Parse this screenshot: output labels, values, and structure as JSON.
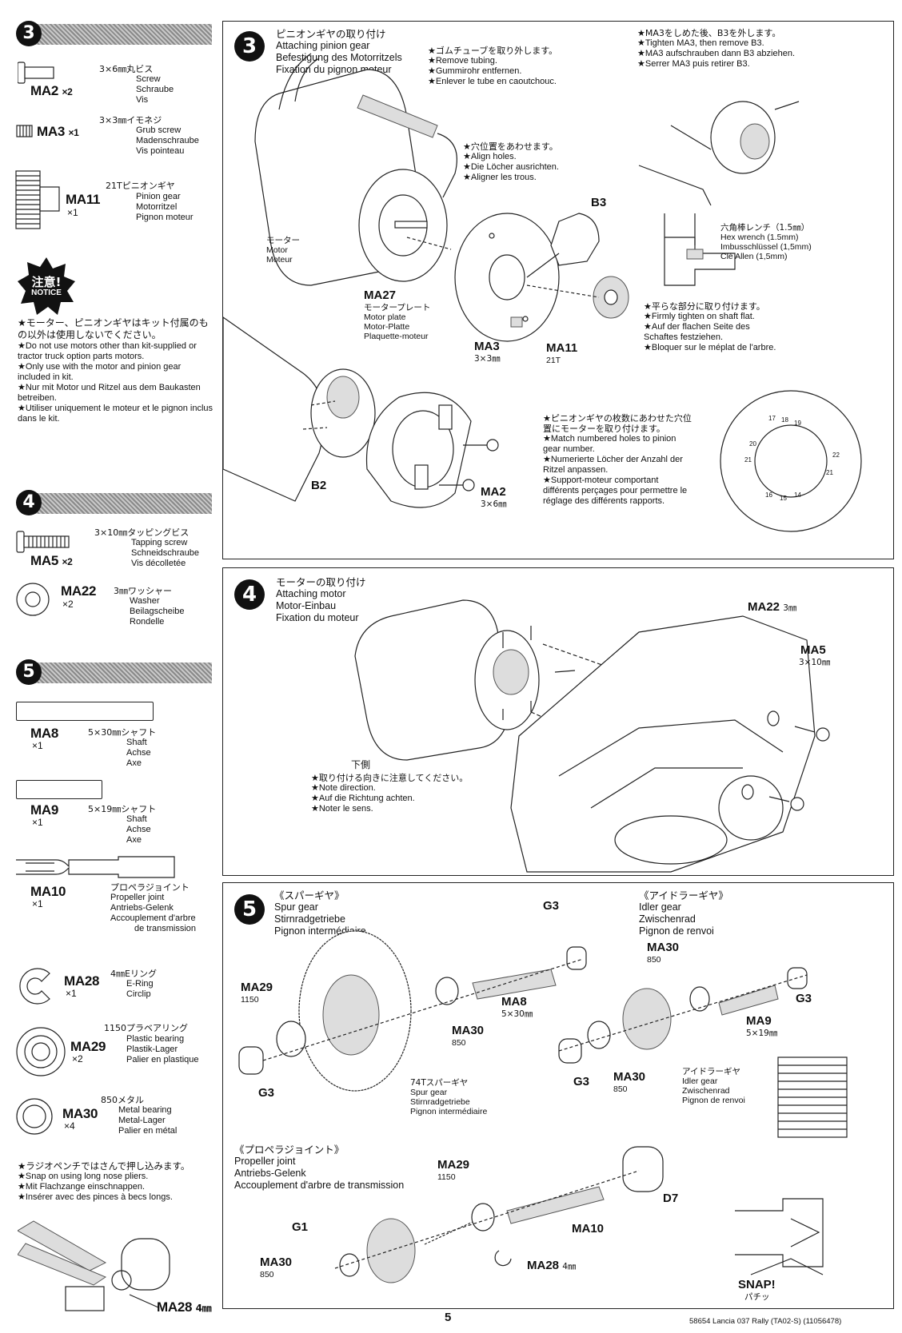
{
  "sidebar": {
    "s3": {
      "num": "3",
      "ma2": {
        "code": "MA2",
        "qty": "×2",
        "size": "3×6㎜丸ビス",
        "names": [
          "Screw",
          "Schraube",
          "Vis"
        ]
      },
      "ma3": {
        "code": "MA3",
        "qty": "×1",
        "size": "3×3㎜イモネジ",
        "names": [
          "Grub screw",
          "Madenschraube",
          "Vis pointeau"
        ]
      },
      "ma11": {
        "code": "MA11",
        "qty": "×1",
        "size": "21Tピニオンギヤ",
        "names": [
          "Pinion gear",
          "Motorritzel",
          "Pignon moteur"
        ]
      }
    },
    "notice": {
      "badge_jp": "注意!",
      "badge_en": "NOTICE",
      "lines": [
        "★モーター、ピニオンギヤはキット付属のもの以外は使用しないでください。",
        "★Do not use motors other than kit-supplied or tractor truck option parts motors.",
        "★Only use with the motor and pinion gear included in kit.",
        "★Nur mit Motor und Ritzel aus dem Baukasten betreiben.",
        "★Utiliser uniquement le moteur et le pignon inclus dans le kit."
      ]
    },
    "s4": {
      "num": "4",
      "ma5": {
        "code": "MA5",
        "qty": "×2",
        "size": "3×10㎜タッピングビス",
        "names": [
          "Tapping screw",
          "Schneidschraube",
          "Vis décolletée"
        ]
      },
      "ma22": {
        "code": "MA22",
        "qty": "×2",
        "size": "3㎜ワッシャー",
        "names": [
          "Washer",
          "Beilagscheibe",
          "Rondelle"
        ]
      }
    },
    "s5": {
      "num": "5",
      "ma8": {
        "code": "MA8",
        "qty": "×1",
        "size": "5×30㎜シャフト",
        "names": [
          "Shaft",
          "Achse",
          "Axe"
        ]
      },
      "ma9": {
        "code": "MA9",
        "qty": "×1",
        "size": "5×19㎜シャフト",
        "names": [
          "Shaft",
          "Achse",
          "Axe"
        ]
      },
      "ma10": {
        "code": "MA10",
        "qty": "×1",
        "size": "プロペラジョイント",
        "names": [
          "Propeller joint",
          "Antriebs-Gelenk",
          "Accouplement d'arbre",
          "de transmission"
        ]
      },
      "ma28": {
        "code": "MA28",
        "qty": "×1",
        "size": "4㎜Eリング",
        "names": [
          "E-Ring",
          "Circlip"
        ]
      },
      "ma29": {
        "code": "MA29",
        "qty": "×2",
        "size": "1150プラベアリング",
        "names": [
          "Plastic bearing",
          "Plastik-Lager",
          "Palier en plastique"
        ]
      },
      "ma30": {
        "code": "MA30",
        "qty": "×4",
        "size": "850メタル",
        "names": [
          "Metal bearing",
          "Metal-Lager",
          "Palier en métal"
        ]
      }
    },
    "pliers": {
      "lines": [
        "★ラジオペンチではさんで押し込みます。",
        "★Snap on using long nose pliers.",
        "★Mit Flachzange einschnappen.",
        "★Insérer avec des pinces à becs longs."
      ],
      "label": "MA28",
      "label_size": "4㎜"
    }
  },
  "step3": {
    "num": "3",
    "title": [
      "ピニオンギヤの取り付け",
      "Attaching pinion gear",
      "Befestigung des Motorritzels",
      "Fixation du pignon moteur"
    ],
    "tube": [
      "★ゴムチューブを取り外します。",
      "★Remove tubing.",
      "★Gummirohr entfernen.",
      "★Enlever le tube en caoutchouc."
    ],
    "align": [
      "★穴位置をあわせます。",
      "★Align holes.",
      "★Die Löcher ausrichten.",
      "★Aligner les trous."
    ],
    "tighten": [
      "★MA3をしめた後、B3を外します。",
      "★Tighten MA3, then remove B3.",
      "★MA3 aufschrauben dann B3 abziehen.",
      "★Serrer MA3 puis retirer B3."
    ],
    "motor": [
      "モーター",
      "Motor",
      "Moteur"
    ],
    "ma27": {
      "code": "MA27",
      "lines": [
        "モータープレート",
        "Motor plate",
        "Motor-Platte",
        "Plaquette-moteur"
      ]
    },
    "b3": "B3",
    "b2": "B2",
    "ma3": {
      "code": "MA3",
      "size": "3×3㎜"
    },
    "ma11": {
      "code": "MA11",
      "size": "21T"
    },
    "ma2": {
      "code": "MA2",
      "size": "3×6㎜"
    },
    "hex": [
      "六角棒レンチ（1.5㎜）",
      "Hex wrench (1.5mm)",
      "Imbusschlüssel (1,5mm)",
      "Clé Allen (1,5mm)"
    ],
    "flat": [
      "★平らな部分に取り付けます。",
      "★Firmly tighten on shaft flat.",
      "★Auf der flachen Seite des Schaftes festziehen.",
      "★Bloquer sur le méplat de l'arbre."
    ],
    "match": [
      "★ピニオンギヤの枚数にあわせた穴位置にモーターを取り付けます。",
      "★Match numbered holes to pinion gear number.",
      "★Numerierte Löcher der Anzahl der Ritzel anpassen.",
      "★Support-moteur comportant différents perçages pour permettre le réglage des différents rapports."
    ],
    "hole_numbers": [
      "17",
      "18",
      "19",
      "20",
      "21",
      "22",
      "16",
      "15",
      "14",
      "21"
    ]
  },
  "step4": {
    "num": "4",
    "title": [
      "モーターの取り付け",
      "Attaching motor",
      "Motor-Einbau",
      "Fixation du moteur"
    ],
    "ma22": {
      "code": "MA22",
      "size": "3㎜"
    },
    "ma5": {
      "code": "MA5",
      "size": "3×10㎜"
    },
    "down": "下側",
    "note": [
      "★取り付ける向きに注意してください。",
      "★Note direction.",
      "★Auf die Richtung achten.",
      "★Noter le sens."
    ]
  },
  "step5": {
    "num": "5",
    "spur": [
      "《スパーギヤ》",
      "Spur gear",
      "Stirnradgetriebe",
      "Pignon intermédiaire"
    ],
    "idler": [
      "《アイドラーギヤ》",
      "Idler gear",
      "Zwischenrad",
      "Pignon de renvoi"
    ],
    "prop": [
      "《プロペラジョイント》",
      "Propeller joint",
      "Antriebs-Gelenk",
      "Accouplement d'arbre de transmission"
    ],
    "g3": "G3",
    "g1": "G1",
    "d7": "D7",
    "ma8": {
      "code": "MA8",
      "size": "5×30㎜"
    },
    "ma9": {
      "code": "MA9",
      "size": "5×19㎜"
    },
    "ma10": {
      "code": "MA10"
    },
    "ma28": {
      "code": "MA28",
      "size": "4㎜"
    },
    "ma29": {
      "code": "MA29",
      "size": "1150"
    },
    "ma30": {
      "code": "MA30",
      "size": "850"
    },
    "spur74": [
      "74Tスパーギヤ",
      "Spur gear",
      "Stirnradgetriebe",
      "Pignon intermédiaire"
    ],
    "idler_sub": [
      "アイドラーギヤ",
      "Idler gear",
      "Zwischenrad",
      "Pignon de renvoi"
    ],
    "snap": "SNAP!",
    "snap_jp": "パチッ"
  },
  "footer": {
    "page": "5",
    "code": "58654  Lancia 037 Rally (TA02-S) (11056478)"
  }
}
